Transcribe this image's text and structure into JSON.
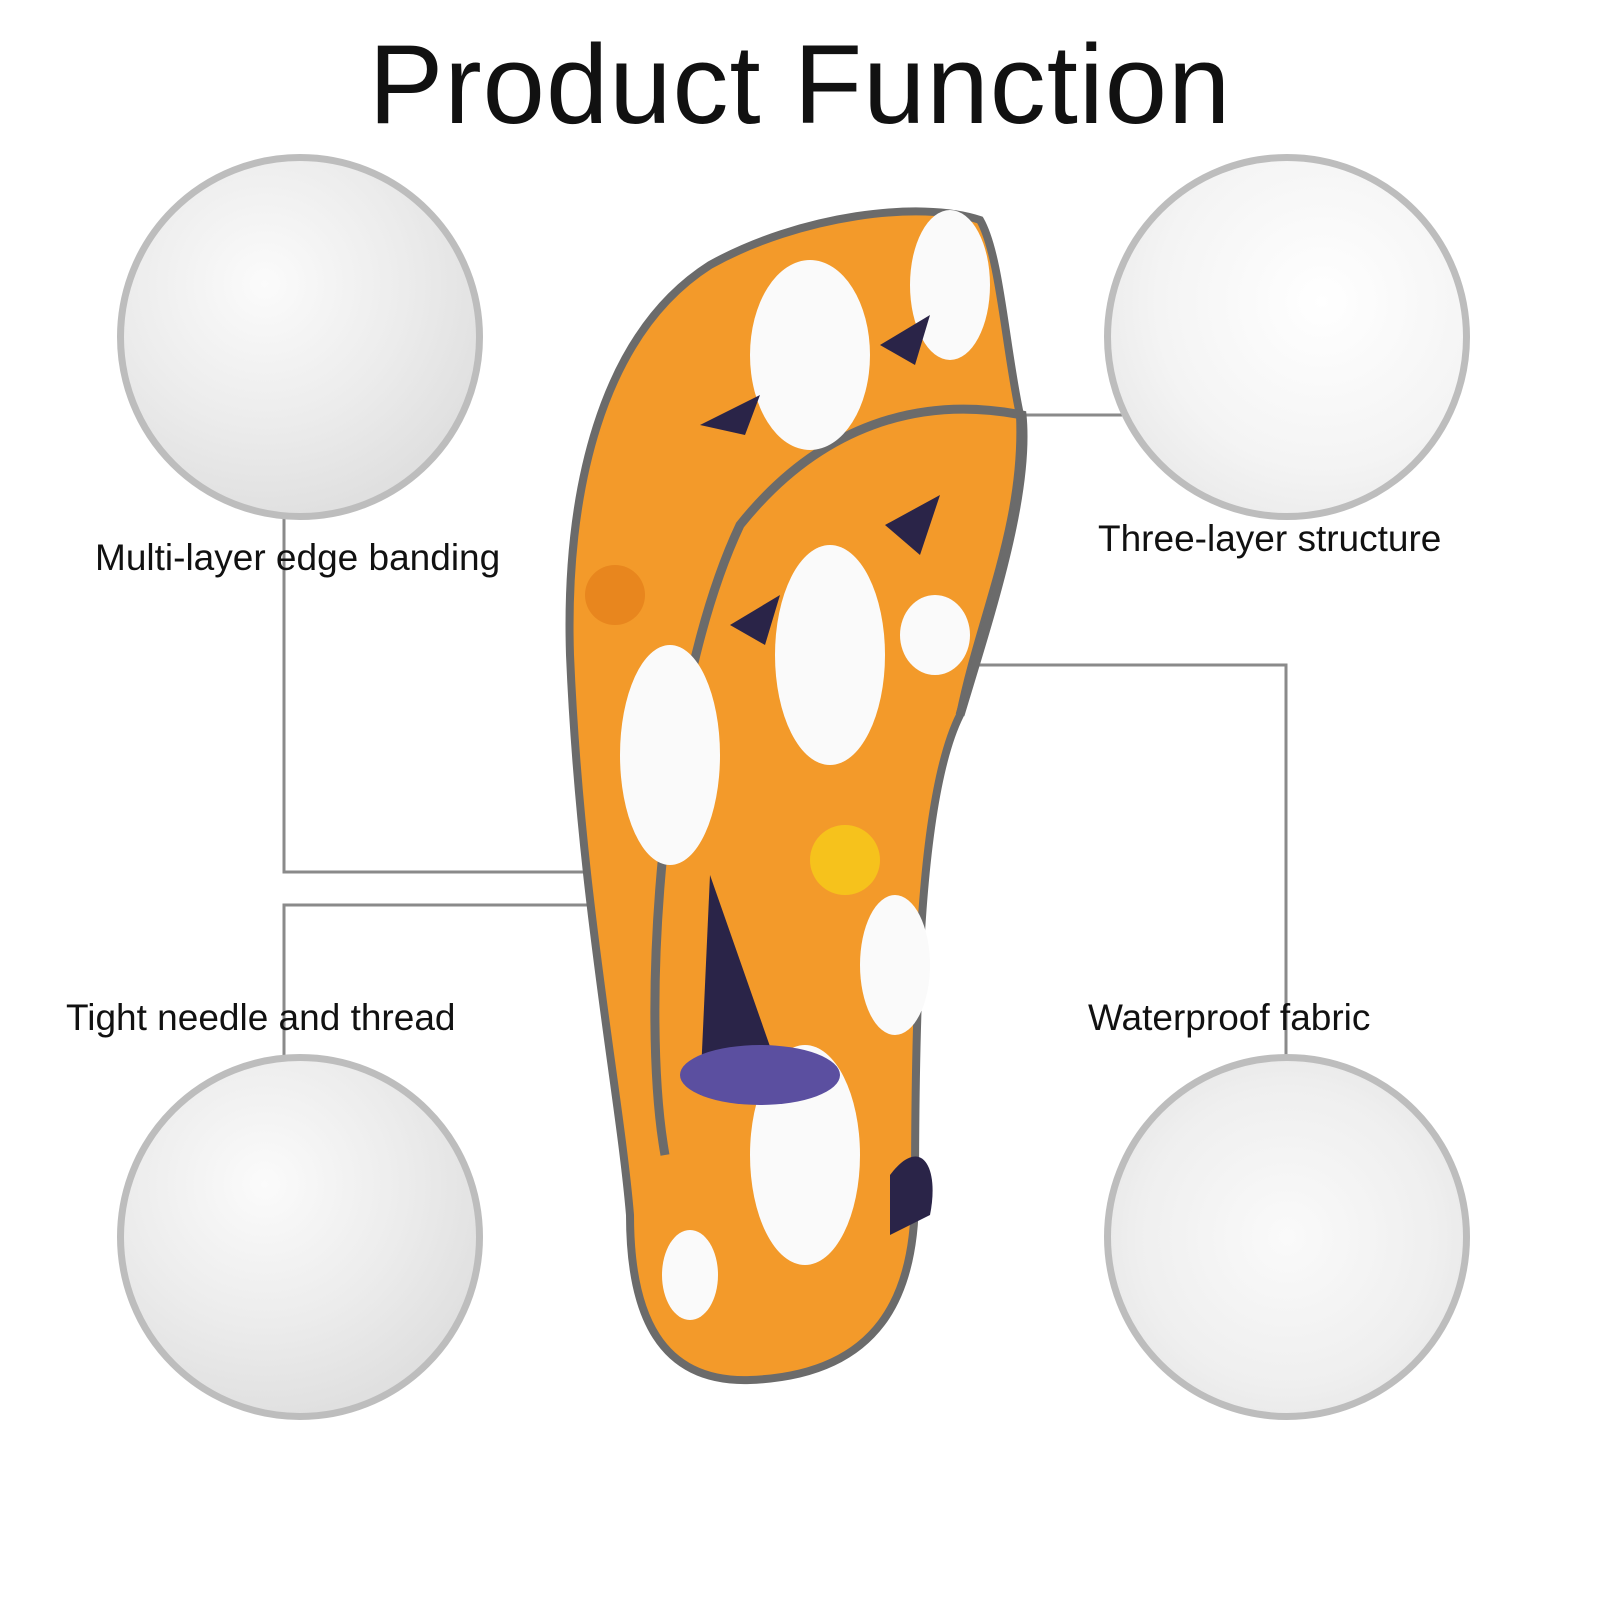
{
  "title": "Product Function",
  "features": [
    {
      "label": "Multi-layer edge banding"
    },
    {
      "label": "Three-layer structure"
    },
    {
      "label": "Tight needle and thread"
    },
    {
      "label": "Waterproof fabric"
    }
  ],
  "colors": {
    "orange": "#f39a2a",
    "trim": "#6b6b6b",
    "line": "#8a8a8a",
    "circle_border": "#bdbdbd"
  }
}
